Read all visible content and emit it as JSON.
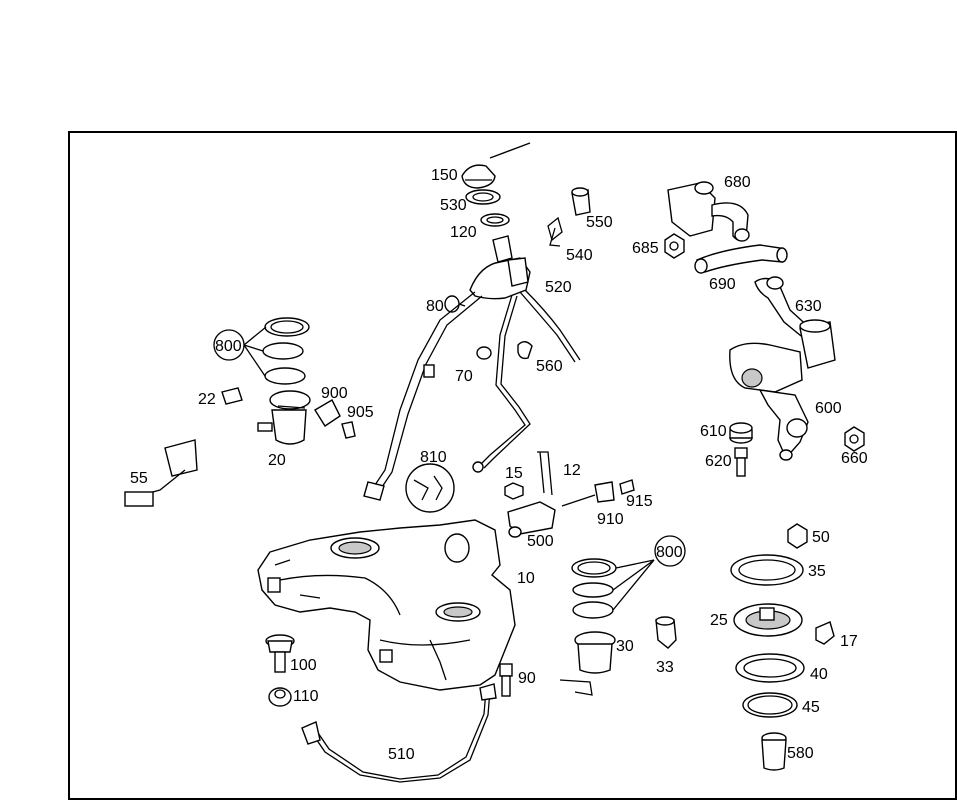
{
  "parts": {
    "p150": "150",
    "p530": "530",
    "p120": "120",
    "p550": "550",
    "p540": "540",
    "p520": "520",
    "p80": "80",
    "p70": "70",
    "p560": "560",
    "p680": "680",
    "p685": "685",
    "p690": "690",
    "p630": "630",
    "p600": "600",
    "p610": "610",
    "p620": "620",
    "p660": "660",
    "p800a": "800",
    "p22": "22",
    "p900": "900",
    "p905": "905",
    "p20": "20",
    "p55": "55",
    "p810": "810",
    "p15": "15",
    "p12": "12",
    "p915": "915",
    "p910": "910",
    "p500": "500",
    "p10": "10",
    "p800b": "800",
    "p50": "50",
    "p35": "35",
    "p25": "25",
    "p17": "17",
    "p40": "40",
    "p45": "45",
    "p30": "30",
    "p33": "33",
    "p100": "100",
    "p110": "110",
    "p90": "90",
    "p510": "510",
    "p580": "580"
  }
}
